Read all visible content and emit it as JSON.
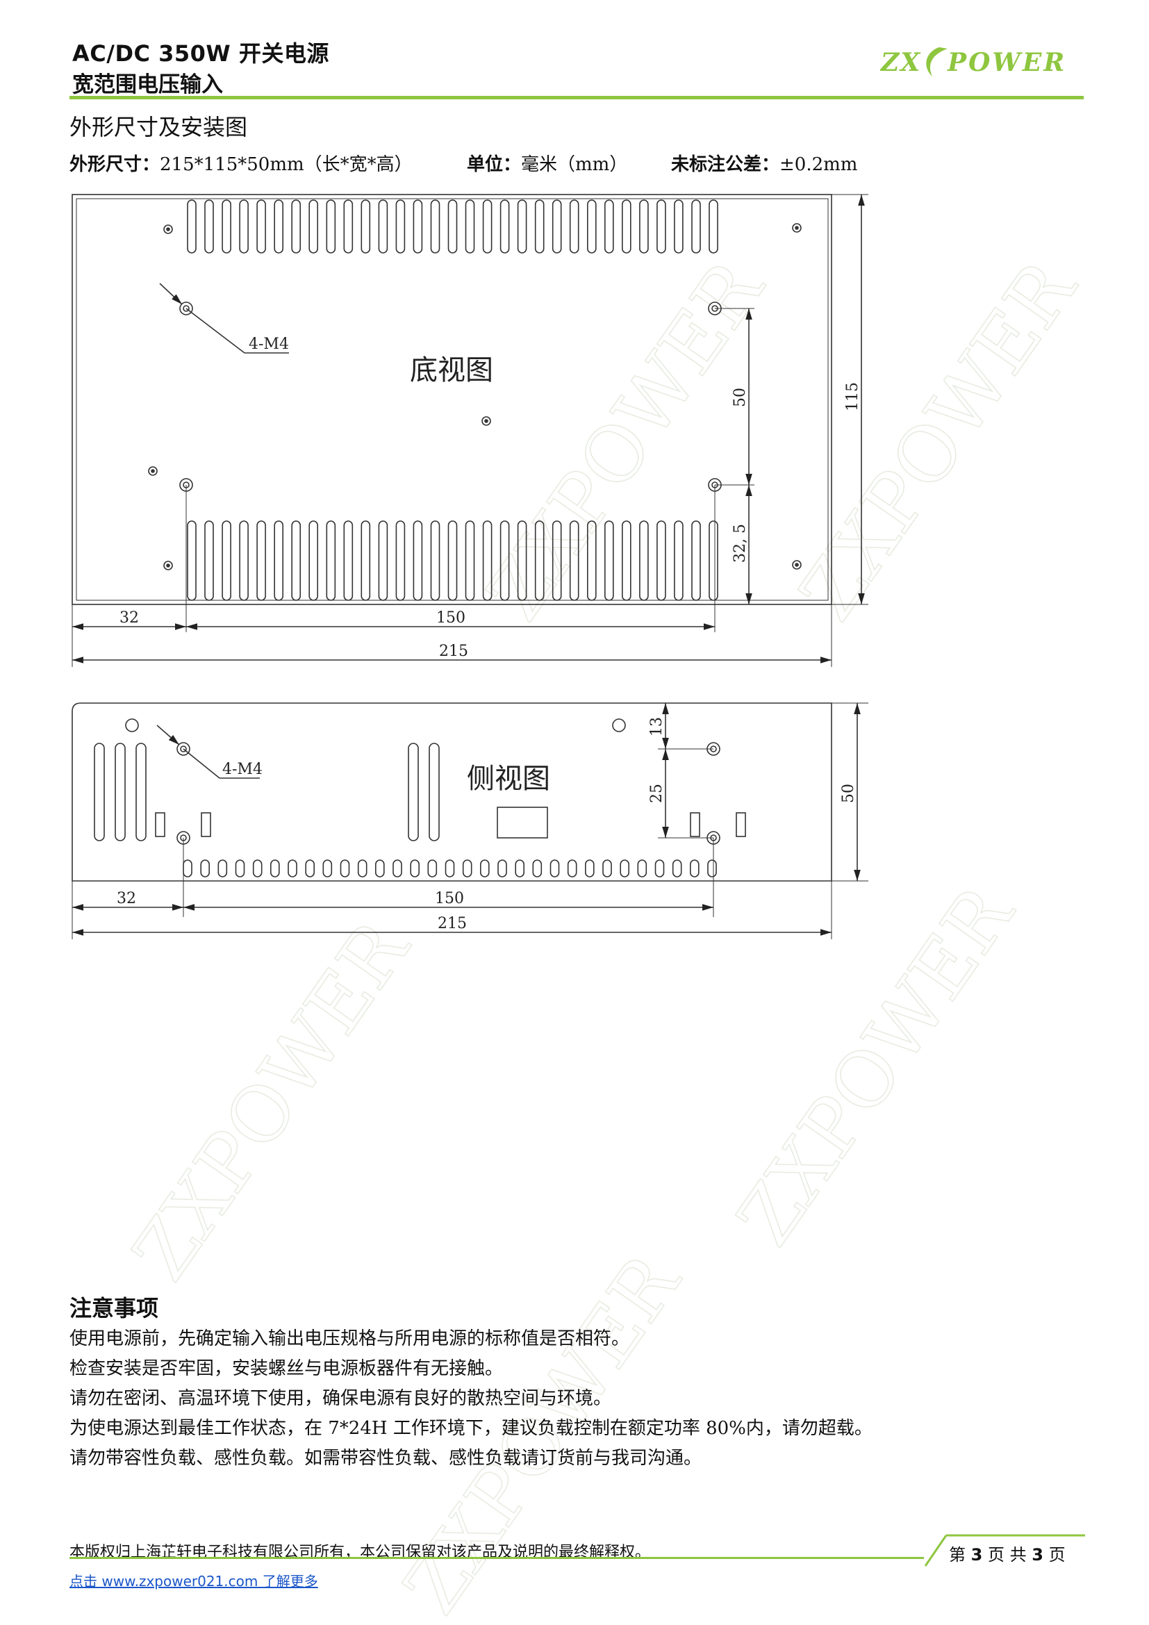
{
  "header": {
    "title": "AC/DC 350W  开关电源",
    "subtitle": "宽范围电压输入",
    "logo_text": "ZX POWER",
    "accent_color": "#8ec63f"
  },
  "section": {
    "title": "外形尺寸及安装图",
    "spec_size_label": "外形尺寸：",
    "spec_size_value": "215*115*50mm（长*宽*高）",
    "spec_unit_label": "单位：",
    "spec_unit_value": "毫米（mm）",
    "spec_tol_label": "未标注公差：",
    "spec_tol_value": "±0.2mm"
  },
  "bottom_view": {
    "title": "底视图",
    "hole_label": "4-M4",
    "dim_32": "32",
    "dim_150": "150",
    "dim_215": "215",
    "dim_50": "50",
    "dim_32_5": "32, 5",
    "dim_115": "115"
  },
  "side_view": {
    "title": "侧视图",
    "hole_label": "4-M4",
    "dim_32": "32",
    "dim_150": "150",
    "dim_215": "215",
    "dim_13": "13",
    "dim_25": "25",
    "dim_50": "50"
  },
  "notes": {
    "title": "注意事项",
    "items": [
      "使用电源前，先确定输入输出电压规格与所用电源的标称值是否相符。",
      "检查安装是否牢固，安装螺丝与电源板器件有无接触。",
      "请勿在密闭、高温环境下使用，确保电源有良好的散热空间与环境。",
      "为使电源达到最佳工作状态，在 7*24H 工作环境下，建议负载控制在额定功率 80%内，请勿超载。",
      "请勿带容性负载、感性负载。如需带容性负载、感性负载请订货前与我司沟通。"
    ]
  },
  "footer": {
    "copyright": "本版权归上海芷轩电子科技有限公司所有，本公司保留对该产品及说明的最终解释权。",
    "link_text": "点击 www.zxpower021.com 了解更多",
    "page_prefix": "第",
    "page_current": "3",
    "page_middle": "页 共",
    "page_total": "3",
    "page_suffix": "页"
  },
  "watermark": "ZXPOWER"
}
